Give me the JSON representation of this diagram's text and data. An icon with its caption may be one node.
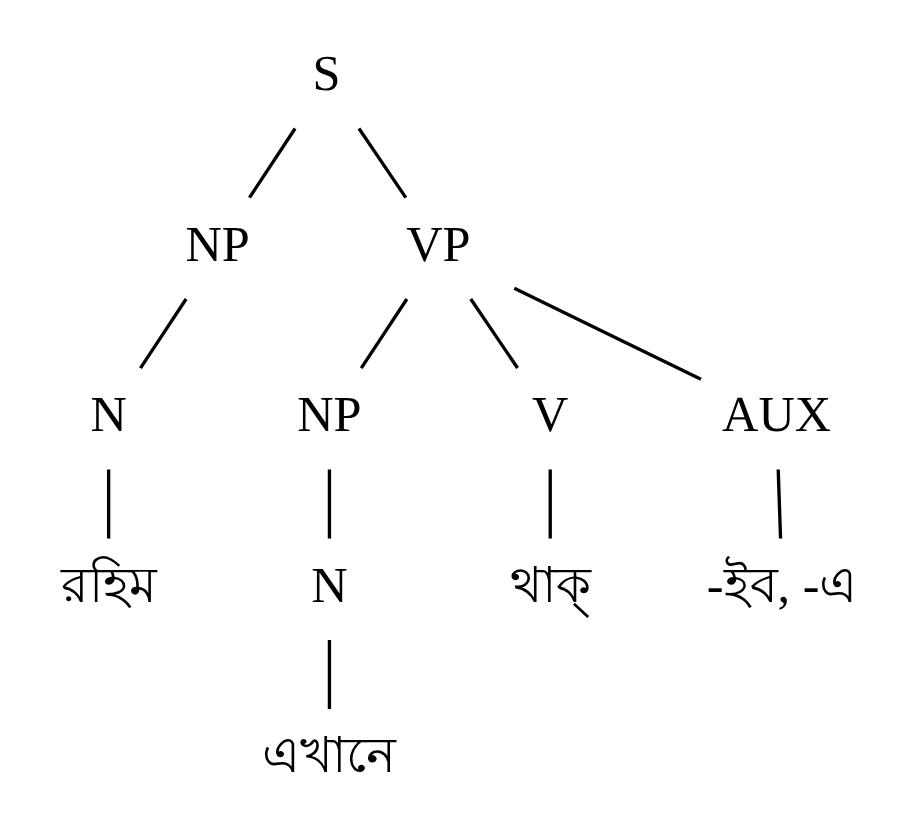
{
  "diagram": {
    "nodes": [
      {
        "text": [
          "S"
        ]
      },
      {
        "text": [
          "NP"
        ]
      },
      {
        "text": [
          "VP"
        ]
      },
      {
        "text": [
          "N"
        ]
      },
      {
        "text": [
          "NP"
        ]
      },
      {
        "text": [
          "V"
        ]
      },
      {
        "text": [
          "AUX"
        ]
      },
      {
        "text": [
          "রহিম"
        ]
      },
      {
        "text": [
          "N"
        ]
      },
      {
        "text": [
          "থাক্"
        ]
      },
      {
        "text": [
          "-ইব, -এ"
        ]
      },
      {
        "text": [
          "এখানে"
        ]
      }
    ],
    "edges": [
      {
        "from": 0,
        "to": 1,
        "arrow": "none"
      },
      {
        "from": 0,
        "to": 2,
        "arrow": "none"
      },
      {
        "from": 1,
        "to": 3,
        "arrow": "none"
      },
      {
        "from": 2,
        "to": 4,
        "arrow": "none"
      },
      {
        "from": 2,
        "to": 5,
        "arrow": "none"
      },
      {
        "from": 2,
        "to": 6,
        "arrow": "none"
      },
      {
        "from": 3,
        "to": 7,
        "arrow": "none"
      },
      {
        "from": 4,
        "to": 8,
        "arrow": "none"
      },
      {
        "from": 5,
        "to": 9,
        "arrow": "none"
      },
      {
        "from": 6,
        "to": 10,
        "arrow": "none"
      },
      {
        "from": 8,
        "to": 11,
        "arrow": "none"
      }
    ]
  }
}
